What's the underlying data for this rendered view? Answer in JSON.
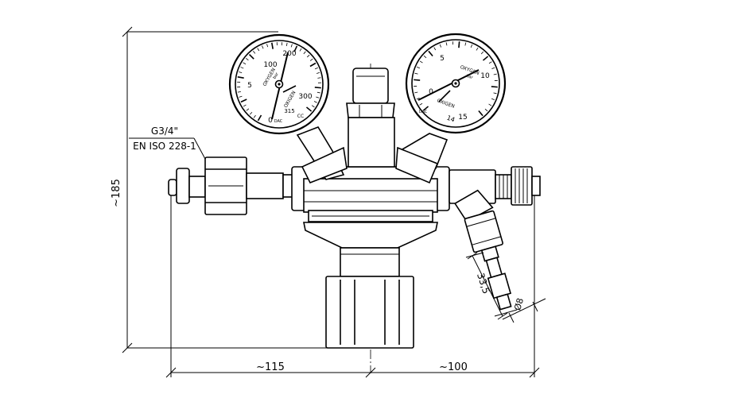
{
  "dimensions": {
    "height": "~185",
    "left_width": "~115",
    "right_width": "~100",
    "outlet_length": "33,5",
    "outlet_diameter": "Ø8"
  },
  "inlet_label": {
    "thread": "G3/4\"",
    "standard": "EN ISO 228-1"
  },
  "gauge_left": {
    "scale": [
      "0",
      "5",
      "100",
      "200",
      "300",
      "315"
    ],
    "marks": [
      "OXYGEN",
      "bar",
      "OXIGEN",
      "DAC",
      "CC"
    ]
  },
  "gauge_right": {
    "scale": [
      "0",
      "5",
      "10",
      "15",
      "14"
    ],
    "marks": [
      "OXYGEN",
      "bar",
      "OXIGEN",
      "DAC"
    ]
  },
  "colors": {
    "line": "#000000",
    "background": "#ffffff"
  }
}
